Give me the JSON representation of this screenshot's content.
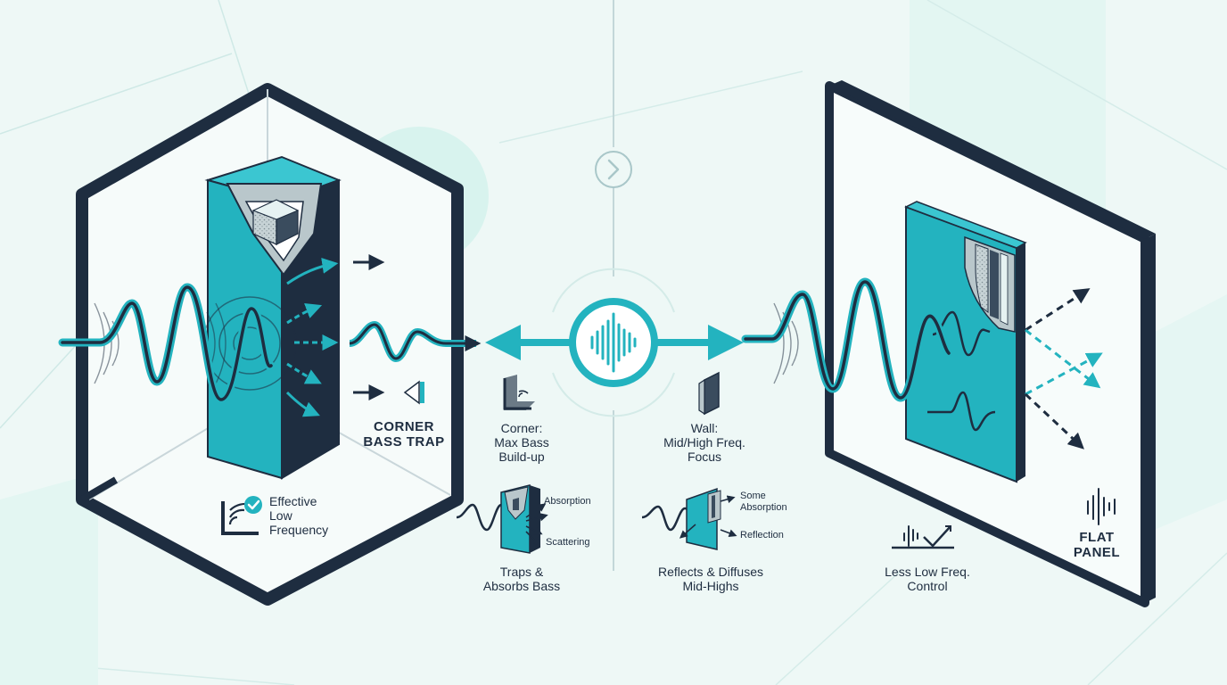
{
  "corner_section": {
    "title": "CORNER\nBASS TRAP",
    "badge_text": "Effective\nLow\nFrequency",
    "context_label": "Corner:\nMax Bass\nBuild-up",
    "detail_absorption": "Absorption",
    "detail_scattering": "Scattering",
    "detail_caption": "Traps &\nAbsorbs Bass"
  },
  "panel_section": {
    "title": "FLAT\nPANEL",
    "badge_text": "Less Low Freq.\nControl",
    "context_label": "Wall:\nMid/High Freq.\nFocus",
    "detail_some_absorption": "Some\nAbsorption",
    "detail_reflection": "Reflection",
    "detail_caption": "Reflects & Diffuses\nMid-Highs"
  },
  "icons": {
    "chevron": "chevron-right-icon",
    "center": "sound-wave-icon",
    "check": "check-icon",
    "corner": "corner-wave-icon",
    "panel": "panel-icon",
    "trap": "triangle-icon"
  },
  "colors": {
    "navy": "#1e2d40",
    "teal": "#23b3bf",
    "light_teal": "#b6ebe6",
    "background": "#eef8f6"
  }
}
